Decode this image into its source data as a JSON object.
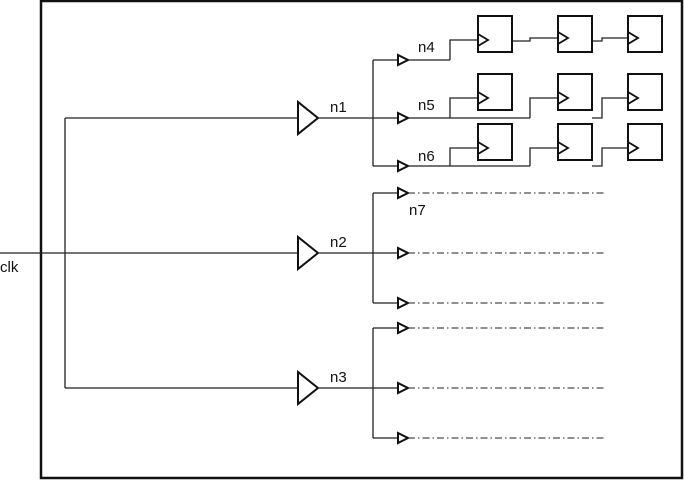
{
  "input_label": "clk",
  "nets": {
    "n1": "n1",
    "n2": "n2",
    "n3": "n3",
    "n4": "n4",
    "n5": "n5",
    "n6": "n6",
    "n7": "n7"
  }
}
